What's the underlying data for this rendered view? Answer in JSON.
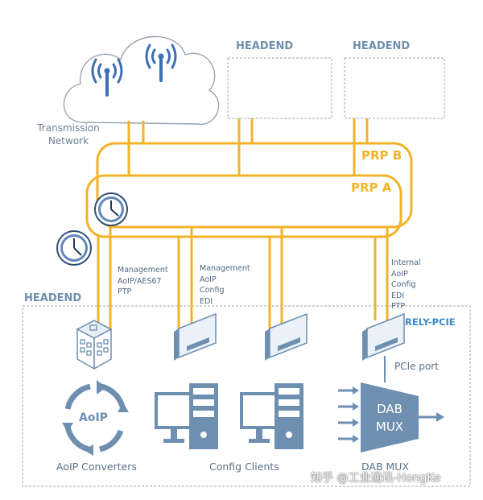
{
  "cloud": {
    "label_line1": "Transmission",
    "label_line2": "Network"
  },
  "top_headends": [
    {
      "label": "HEADEND"
    },
    {
      "label": "HEADEND"
    }
  ],
  "rings": {
    "prp_b": "PRP B",
    "prp_a": "PRP A"
  },
  "headend_box": {
    "label": "HEADEND",
    "rely_label": "RELY-PCIE",
    "pcie_port_label": "PCIe port"
  },
  "drops": {
    "aoip": [
      "Management",
      "AoIP/AES67",
      "PTP"
    ],
    "config": [
      "Management",
      "AoIP",
      "Config",
      "EDI"
    ],
    "dab": [
      "Internal",
      "AoIP",
      "Config",
      "EDI",
      "PTP"
    ]
  },
  "devices": {
    "aoip_icon_label": "AoIP",
    "dab_mux_line1": "DAB",
    "dab_mux_line2": "MUX"
  },
  "captions": {
    "aoip": "AoIP Converters",
    "config": "Config Clients",
    "dab": "DAB MUX"
  },
  "watermark": "知乎 @工业通讯-HongKe",
  "colors": {
    "ring": "#f2b32a",
    "device_blue": "#6e8fb0",
    "accent_blue": "#3d88c9"
  }
}
